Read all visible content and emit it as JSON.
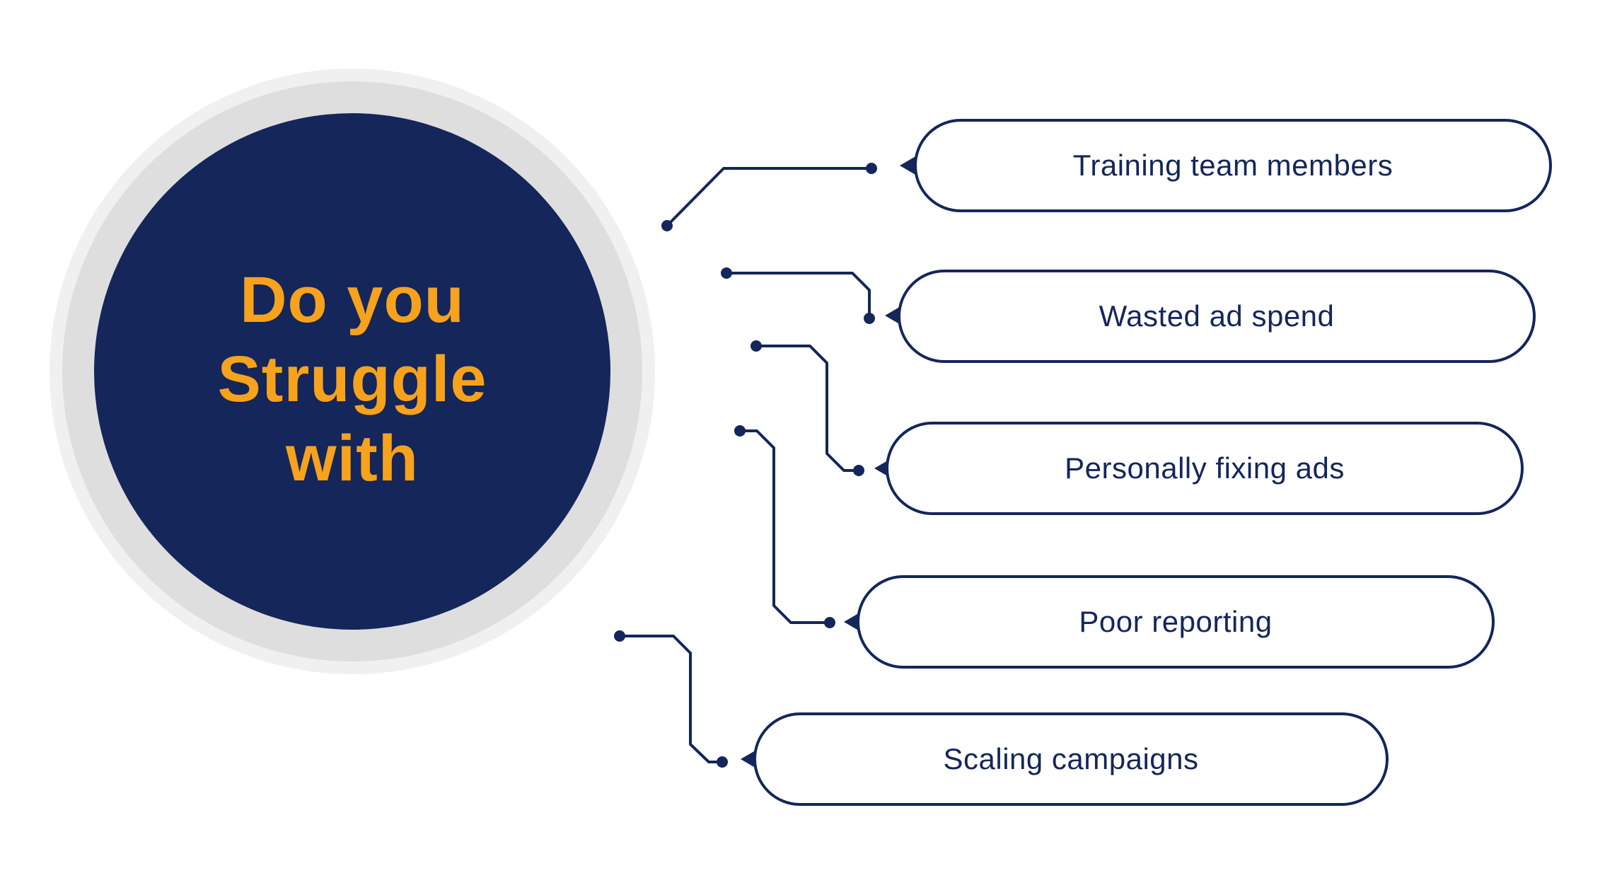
{
  "title": "Do you Struggle with",
  "circle": {
    "lines": [
      "Do you",
      "Struggle",
      "with"
    ]
  },
  "pills": [
    {
      "label": "Training team members"
    },
    {
      "label": "Wasted ad spend"
    },
    {
      "label": "Personally fixing ads"
    },
    {
      "label": "Poor reporting"
    },
    {
      "label": "Scaling campaigns"
    }
  ],
  "colors": {
    "navy": "#14265a",
    "orange": "#f6a21d",
    "ring_outer": "#f0f0f0",
    "ring_mid": "#dedede",
    "background": "#ffffff"
  }
}
